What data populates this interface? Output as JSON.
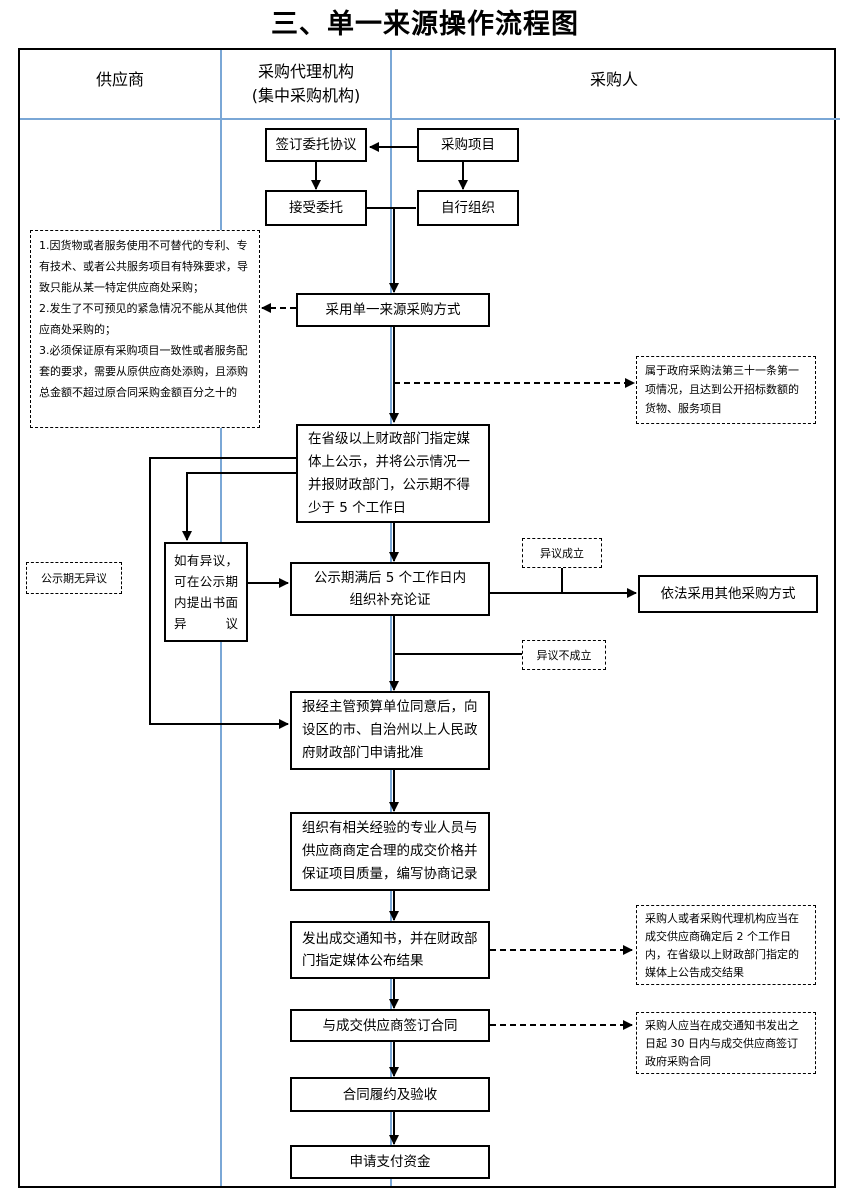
{
  "title": "三、单一来源操作流程图",
  "lanes": {
    "supplier": "供应商",
    "agency_line1": "采购代理机构",
    "agency_line2": "(集中采购机构)",
    "purchaser": "采购人"
  },
  "boxes": {
    "sign_entrust": "签订委托协议",
    "purchase_project": "采购项目",
    "accept_entrust": "接受委托",
    "self_organize": "自行组织",
    "adopt_single_source": "采用单一来源采购方式",
    "publicity": "在省级以上财政部门指定媒体上公示，并将公示情况一并报财政部门，公示期不得少于 5 个工作日",
    "organize_argument_line1": "公示期满后 5 个工作日内",
    "organize_argument_line2": "组织补充论证",
    "other_methods": "依法采用其他采购方式",
    "report_approval": "报经主管预算单位同意后，向设区的市、自治州以上人民政府财政部门申请批准",
    "negotiate": "组织有相关经验的专业人员与供应商商定合理的成交价格并保证项目质量，编写协商记录",
    "issue_notice": "发出成交通知书，并在财政部门指定媒体公布结果",
    "sign_contract": "与成交供应商签订合同",
    "perform_accept": "合同履约及验收",
    "apply_funds": "申请支付资金",
    "objection_box": "如有异议，可在公示期内提出书面异议"
  },
  "notes": {
    "conditions": [
      "1.因货物或者服务使用不可替代的专利、专有技术、或者公共服务项目有特殊要求，导致只能从某一特定供应商处采购；",
      "2.发生了不可预见的紧急情况不能从其他供应商处采购的；",
      "3.必须保证原有采购项目一致性或者服务配套的要求，需要从原供应商处添购，且添购总金额不超过原合同采购金额百分之十的"
    ],
    "article31": "属于政府采购法第三十一条第一项情况，且达到公开招标数额的货物、服务项目",
    "no_objection": "公示期无异议",
    "objection_upheld": "异议成立",
    "objection_rejected": "异议不成立",
    "announce_result": "采购人或者采购代理机构应当在成交供应商确定后 2 个工作日内，在省级以上财政部门指定的媒体上公告成交结果",
    "sign_within": "采购人应当在成交通知书发出之日起 30 日内与成交供应商签订政府采购合同"
  }
}
